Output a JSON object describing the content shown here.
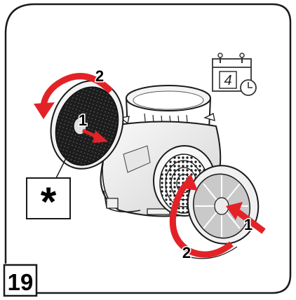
{
  "figure": {
    "step_number": "19",
    "callouts": {
      "left_push": "1",
      "left_rotate": "2",
      "right_push": "1",
      "right_rotate": "2"
    },
    "note_symbol": "*",
    "calendar": {
      "icon": "calendar-clock-icon",
      "number": "4"
    },
    "colors": {
      "arrow_red": "#e32228",
      "outline": "#1a1a1a",
      "filter_dark": "#222222",
      "housing_light": "#ececec",
      "panel_grey": "#bdbdbd"
    }
  }
}
